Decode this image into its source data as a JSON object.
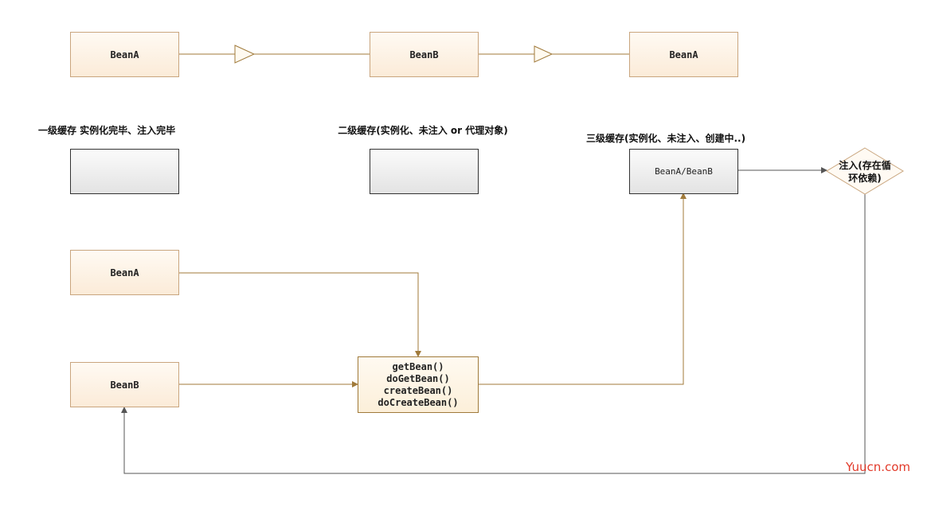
{
  "top_flow": {
    "node1": "BeanA",
    "node2": "BeanB",
    "node3": "BeanA"
  },
  "caches": {
    "level1_label": "一级缓存 实例化完毕、注入完毕",
    "level2_label": "二级缓存(实例化、未注入 or 代理对象)",
    "level3_label": "三级缓存(实例化、未注入、创建中..)",
    "level3_content": "BeanA/BeanB"
  },
  "bottom_flow": {
    "bean_a": "BeanA",
    "bean_b": "BeanB",
    "methods": [
      "getBean()",
      "doGetBean()",
      "createBean()",
      "doCreateBean()"
    ]
  },
  "decision": {
    "line1": "注入(存在循",
    "line2": "环依赖)"
  },
  "watermark": "Yuucn.com",
  "colors": {
    "bean_border": "#c9a57e",
    "connector": "#a07a3a",
    "gray_connector": "#666666"
  }
}
